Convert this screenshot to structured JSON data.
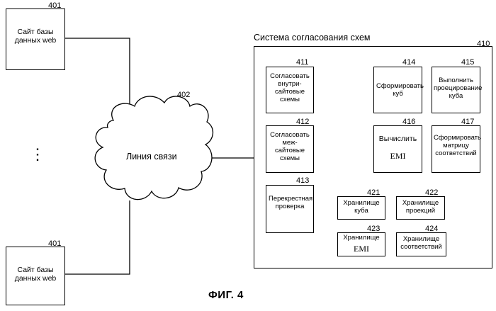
{
  "db_top": {
    "label": "Сайт базы данных web",
    "num": "401"
  },
  "db_bottom": {
    "label": "Сайт базы данных web",
    "num": "401"
  },
  "ellipsis": "⋮",
  "cloud": {
    "label": "Линия связи",
    "num": "402"
  },
  "system": {
    "title": "Система согласования схем",
    "num": "410"
  },
  "modules": {
    "m411": {
      "label": "Согласовать внутри-сайтовые схемы",
      "num": "411"
    },
    "m412": {
      "label": "Согласовать меж-сайтовые схемы",
      "num": "412"
    },
    "m413": {
      "label": "Перекрестная проверка",
      "num": "413"
    },
    "m414": {
      "label": "Сформировать куб",
      "num": "414"
    },
    "m415": {
      "label": "Выполнить проецирование куба",
      "num": "415"
    },
    "m416": {
      "label": "Вычислить",
      "label2": "EMI",
      "num": "416"
    },
    "m417": {
      "label": "Сформировать матрицу соответствий",
      "num": "417"
    },
    "m421": {
      "label": "Хранилище куба",
      "num": "421"
    },
    "m422": {
      "label": "Хранилище проекций",
      "num": "422"
    },
    "m423": {
      "label": "Хранилище",
      "label2": "EMI",
      "num": "423"
    },
    "m424": {
      "label": "Хранилище соответствий",
      "num": "424"
    }
  },
  "caption": "ФИГ. 4"
}
